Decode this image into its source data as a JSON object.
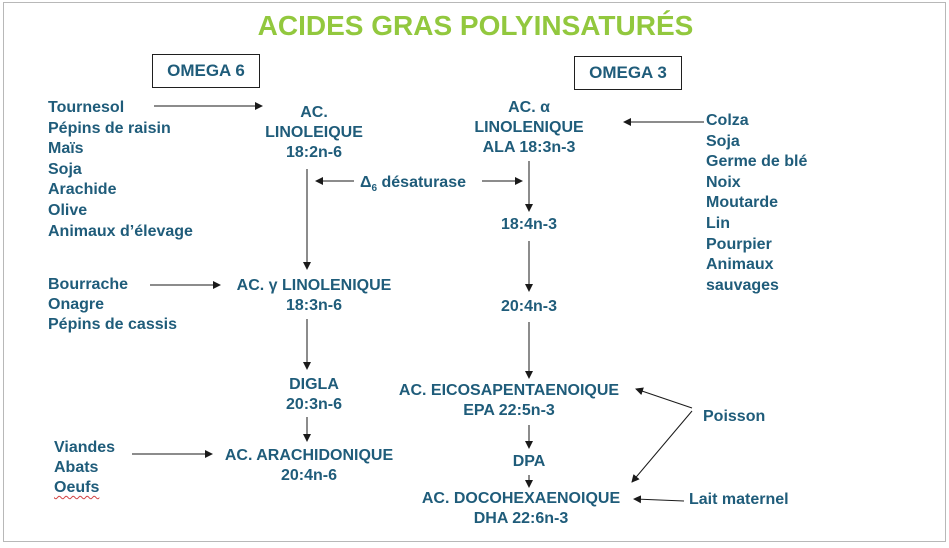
{
  "title": "ACIDES GRAS POLYINSATURÉS",
  "omega6": {
    "label": "OMEGA 6",
    "sources_top": [
      "Tournesol",
      "Pépins de raisin",
      "Maïs",
      "Soja",
      "Arachide",
      "Olive",
      "Animaux d’élevage"
    ],
    "sources_mid": [
      "Bourrache",
      "Onagre",
      "Pépins de cassis"
    ],
    "sources_bottom": [
      "Viandes",
      "Abats",
      "Oeufs"
    ],
    "linoleique": {
      "line1": "AC.",
      "line2": "LINOLEIQUE",
      "line3": "18:2n-6"
    },
    "gamma": {
      "prefix": "AC. ",
      "symbol": "γ",
      "name": " LINOLENIQUE",
      "formula": "18:3n-6"
    },
    "digla": {
      "name": "DIGLA",
      "formula": "20:3n-6"
    },
    "arachidonique": {
      "name": "AC. ARACHIDONIQUE",
      "formula": "20:4n-6"
    }
  },
  "omega3": {
    "label": "OMEGA 3",
    "sources_top": [
      "Colza",
      "Soja",
      "Germe de blé",
      "Noix",
      "Moutarde",
      "Lin",
      "Pourpier",
      "Animaux",
      "sauvages"
    ],
    "alpha": {
      "prefix": "AC. ",
      "symbol": "α",
      "name": "LINOLENIQUE",
      "formula": "ALA 18:3n-3"
    },
    "step1": "18:4n-3",
    "step2": "20:4n-3",
    "epa": {
      "name": "AC. EICOSAPENTAENOIQUE",
      "formula": "EPA 22:5n-3"
    },
    "dpa": "DPA",
    "dha": {
      "name": "AC. DOCOHEXAENOIQUE",
      "formula": "DHA 22:6n-3"
    },
    "poisson": "Poisson",
    "lait": "Lait maternel"
  },
  "desaturase": {
    "symbol": "Δ",
    "sub": "6",
    "label": " désaturase"
  }
}
